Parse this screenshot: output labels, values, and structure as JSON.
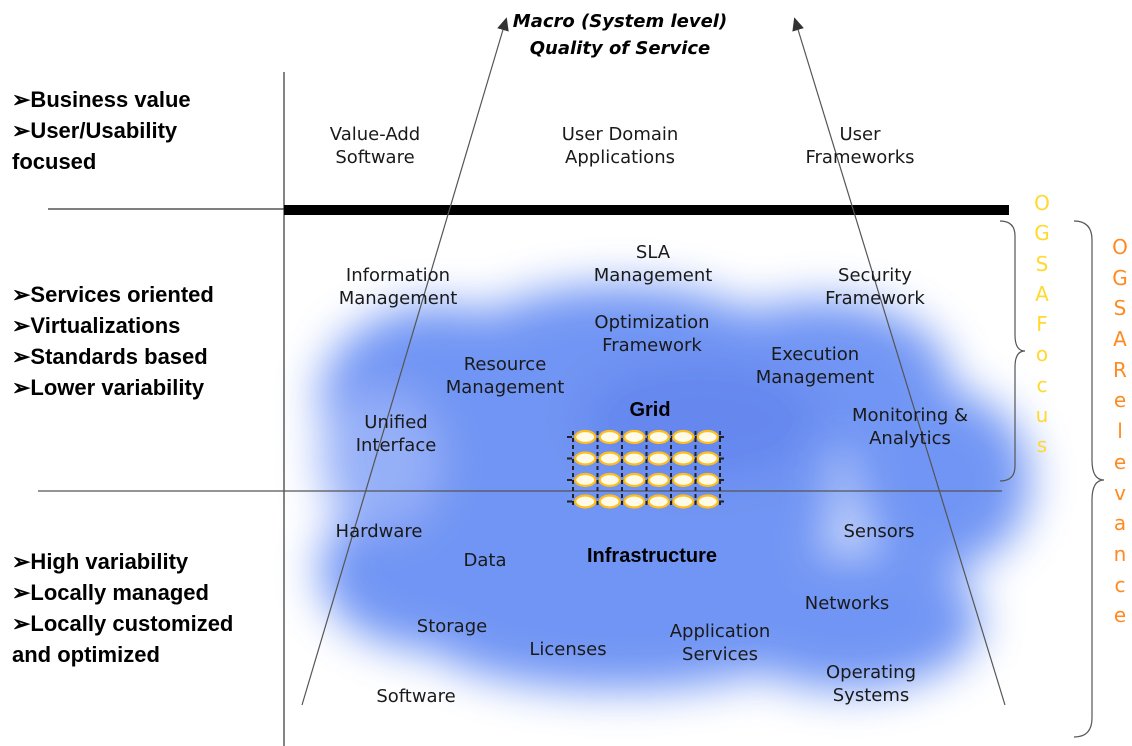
{
  "title_lines": [
    "Macro (System level)",
    "Quality of Service"
  ],
  "bullet_bullet_glyph": "➢",
  "tiers": {
    "top": {
      "bullets": [
        "➢Business value",
        "➢User/Usability",
        "focused"
      ],
      "items": [
        "Value-Add\nSoftware",
        "User Domain\nApplications",
        "User\nFrameworks"
      ]
    },
    "middle": {
      "bullets": [
        "➢Services oriented",
        "➢Virtualizations",
        "➢Standards based",
        "➢Lower variability"
      ],
      "items": [
        "Information\nManagement",
        "SLA\nManagement",
        "Security\nFramework",
        "Optimization\nFramework",
        "Resource\nManagement",
        "Execution\nManagement",
        "Unified\nInterface",
        "Monitoring &\nAnalytics"
      ]
    },
    "bottom": {
      "bullets": [
        "➢High variability",
        "➢Locally managed",
        "➢Locally customized",
        "and optimized"
      ],
      "items": [
        "Hardware",
        "Data",
        "Sensors",
        "Networks",
        "Storage",
        "Licenses",
        "Application\nServices",
        "Operating\nSystems",
        "Software"
      ]
    }
  },
  "center": {
    "grid_label": "Grid",
    "infrastructure_label": "Infrastructure"
  },
  "ogsa_focus_letters": [
    "O",
    "G",
    "S",
    "A",
    "F",
    "o",
    "c",
    "u",
    "s"
  ],
  "ogsa_relevance_letters": [
    "O",
    "G",
    "S",
    "A",
    "R",
    "e",
    "l",
    "e",
    "v",
    "a",
    "n",
    "c",
    "e"
  ],
  "colors": {
    "focus_text": "#ffd92e",
    "relevance_text": "#ff8a1f",
    "cloud": "#3a6df0",
    "grid_node": "#ffbe1a",
    "brace": "#555555"
  }
}
